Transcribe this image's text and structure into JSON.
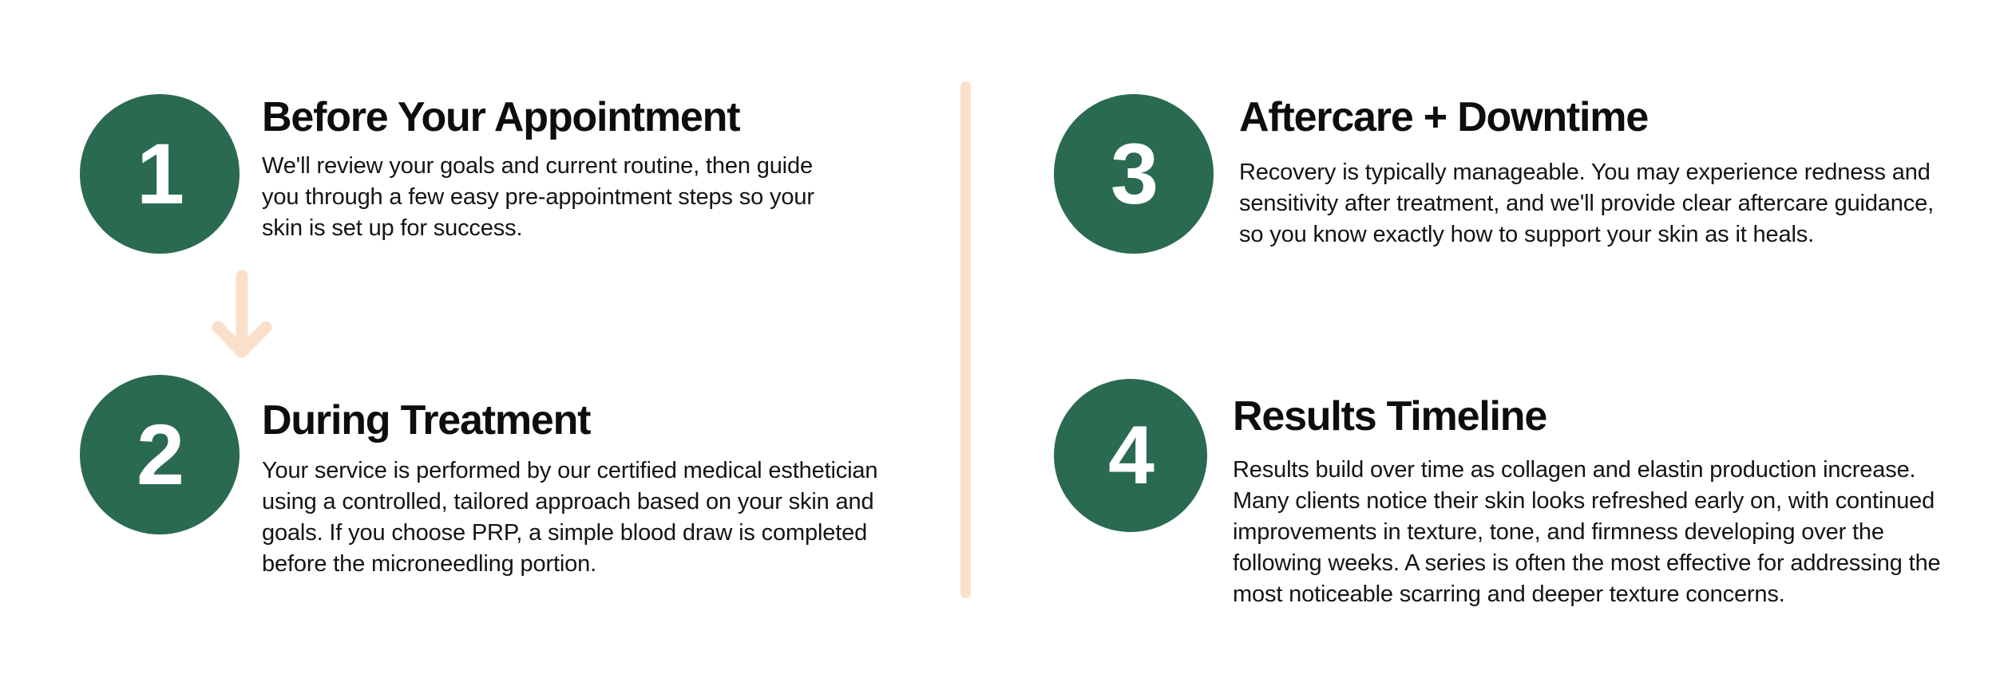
{
  "theme": {
    "background": "#ffffff",
    "badge_color": "#2A6A50",
    "badge_text_color": "#ffffff",
    "accent_peach": "#FAE0CB",
    "title_color": "#0d0d0d",
    "body_color": "#141414"
  },
  "columns": {
    "left": {
      "steps": [
        {
          "number": "1",
          "title": "Before Your Appointment",
          "body": "We'll review your goals and current routine, then guide you through a few easy pre-appointment steps so your skin is set up for success."
        },
        {
          "number": "2",
          "title": "During Treatment",
          "body": "Your service is performed by our certified medical esthetician using a controlled, tailored approach based on your skin and goals. If you choose PRP, a simple blood draw is completed before the microneedling portion."
        }
      ]
    },
    "right": {
      "steps": [
        {
          "number": "3",
          "title": "Aftercare + Downtime",
          "body": "Recovery is typically manageable. You may experience redness and sensitivity after treatment, and we'll provide clear aftercare guidance, so you know exactly how to support your skin as it heals."
        },
        {
          "number": "4",
          "title": "Results Timeline",
          "body": "Results build over time as collagen and elastin production increase. Many clients notice their skin looks refreshed early on, with continued improvements in texture, tone, and firmness developing over the following weeks. A series is often the most effective for addressing the most noticeable scarring and deeper texture concerns."
        }
      ]
    }
  },
  "icons": {
    "arrow_left_connector": "arrow-down-icon",
    "arrow_right_connector": "arrow-down-icon",
    "divider": "vertical-divider"
  }
}
